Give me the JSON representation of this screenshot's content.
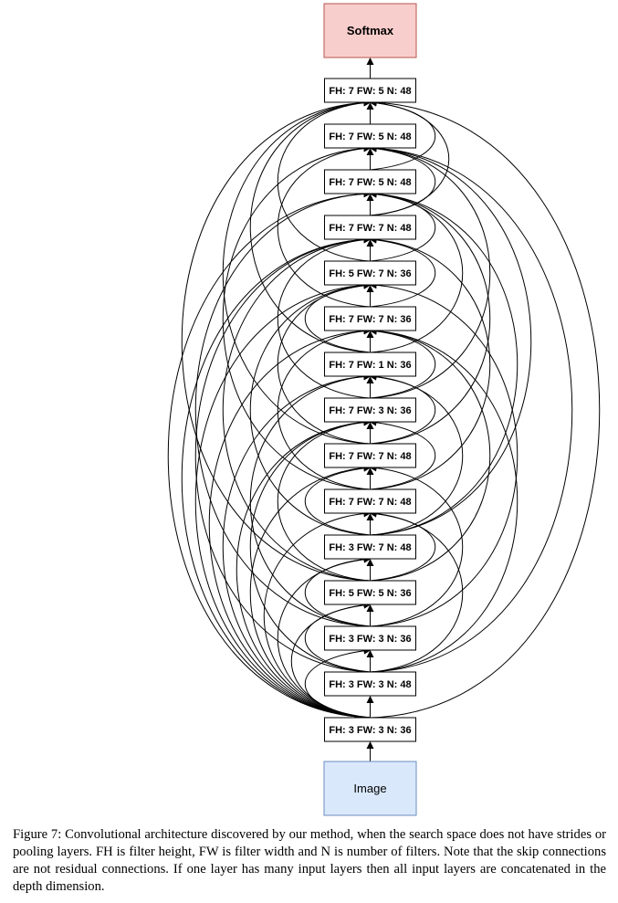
{
  "figure": {
    "softmax": {
      "label": "Softmax",
      "fill": "#f8cecc",
      "stroke": "#b85450"
    },
    "input": {
      "label": "Image",
      "fill": "#dae8fc",
      "stroke": "#6c8ebf"
    },
    "layers": [
      "FH: 7 FW: 5 N: 48",
      "FH: 7 FW: 5 N: 48",
      "FH: 7 FW: 5 N: 48",
      "FH: 7 FW: 7 N: 48",
      "FH: 5 FW: 7 N: 36",
      "FH: 7 FW: 7 N: 36",
      "FH: 7 FW: 1 N: 36",
      "FH: 7 FW: 3 N: 36",
      "FH: 7 FW: 7 N: 48",
      "FH: 7 FW: 7 N: 48",
      "FH: 3 FW: 7 N: 48",
      "FH: 5 FW: 5 N: 36",
      "FH: 3 FW: 3 N: 36",
      "FH: 3 FW: 3 N: 48",
      "FH: 3 FW: 3 N: 36"
    ],
    "skip_connections": [
      [
        14,
        12
      ],
      [
        14,
        11
      ],
      [
        14,
        10
      ],
      [
        14,
        9
      ],
      [
        14,
        8
      ],
      [
        14,
        7
      ],
      [
        14,
        6
      ],
      [
        14,
        5
      ],
      [
        14,
        4
      ],
      [
        14,
        3
      ],
      [
        14,
        2
      ],
      [
        14,
        0
      ],
      [
        13,
        11
      ],
      [
        13,
        9
      ],
      [
        13,
        7
      ],
      [
        13,
        5
      ],
      [
        13,
        3
      ],
      [
        13,
        1
      ],
      [
        12,
        10
      ],
      [
        12,
        8
      ],
      [
        12,
        6
      ],
      [
        12,
        4
      ],
      [
        12,
        2
      ],
      [
        11,
        9
      ],
      [
        11,
        7
      ],
      [
        11,
        5
      ],
      [
        11,
        3
      ],
      [
        11,
        0
      ],
      [
        10,
        8
      ],
      [
        10,
        6
      ],
      [
        10,
        4
      ],
      [
        10,
        2
      ],
      [
        10,
        1
      ],
      [
        9,
        7
      ],
      [
        9,
        5
      ],
      [
        9,
        3
      ],
      [
        9,
        1
      ],
      [
        8,
        6
      ],
      [
        8,
        4
      ],
      [
        8,
        2
      ],
      [
        8,
        0
      ],
      [
        7,
        5
      ],
      [
        7,
        3
      ],
      [
        7,
        1
      ],
      [
        6,
        4
      ],
      [
        6,
        2
      ],
      [
        6,
        0
      ],
      [
        5,
        3
      ],
      [
        5,
        1
      ],
      [
        4,
        2
      ],
      [
        4,
        0
      ],
      [
        3,
        1
      ],
      [
        3,
        0
      ],
      [
        2,
        0
      ]
    ]
  },
  "caption": "Figure 7: Convolutional architecture discovered by our method, when the search space does not have strides or pooling layers. FH is filter height, FW is filter width and N is number of filters. Note that the skip connections are not residual connections. If one layer has many input layers then all input layers are concatenated in the depth dimension."
}
